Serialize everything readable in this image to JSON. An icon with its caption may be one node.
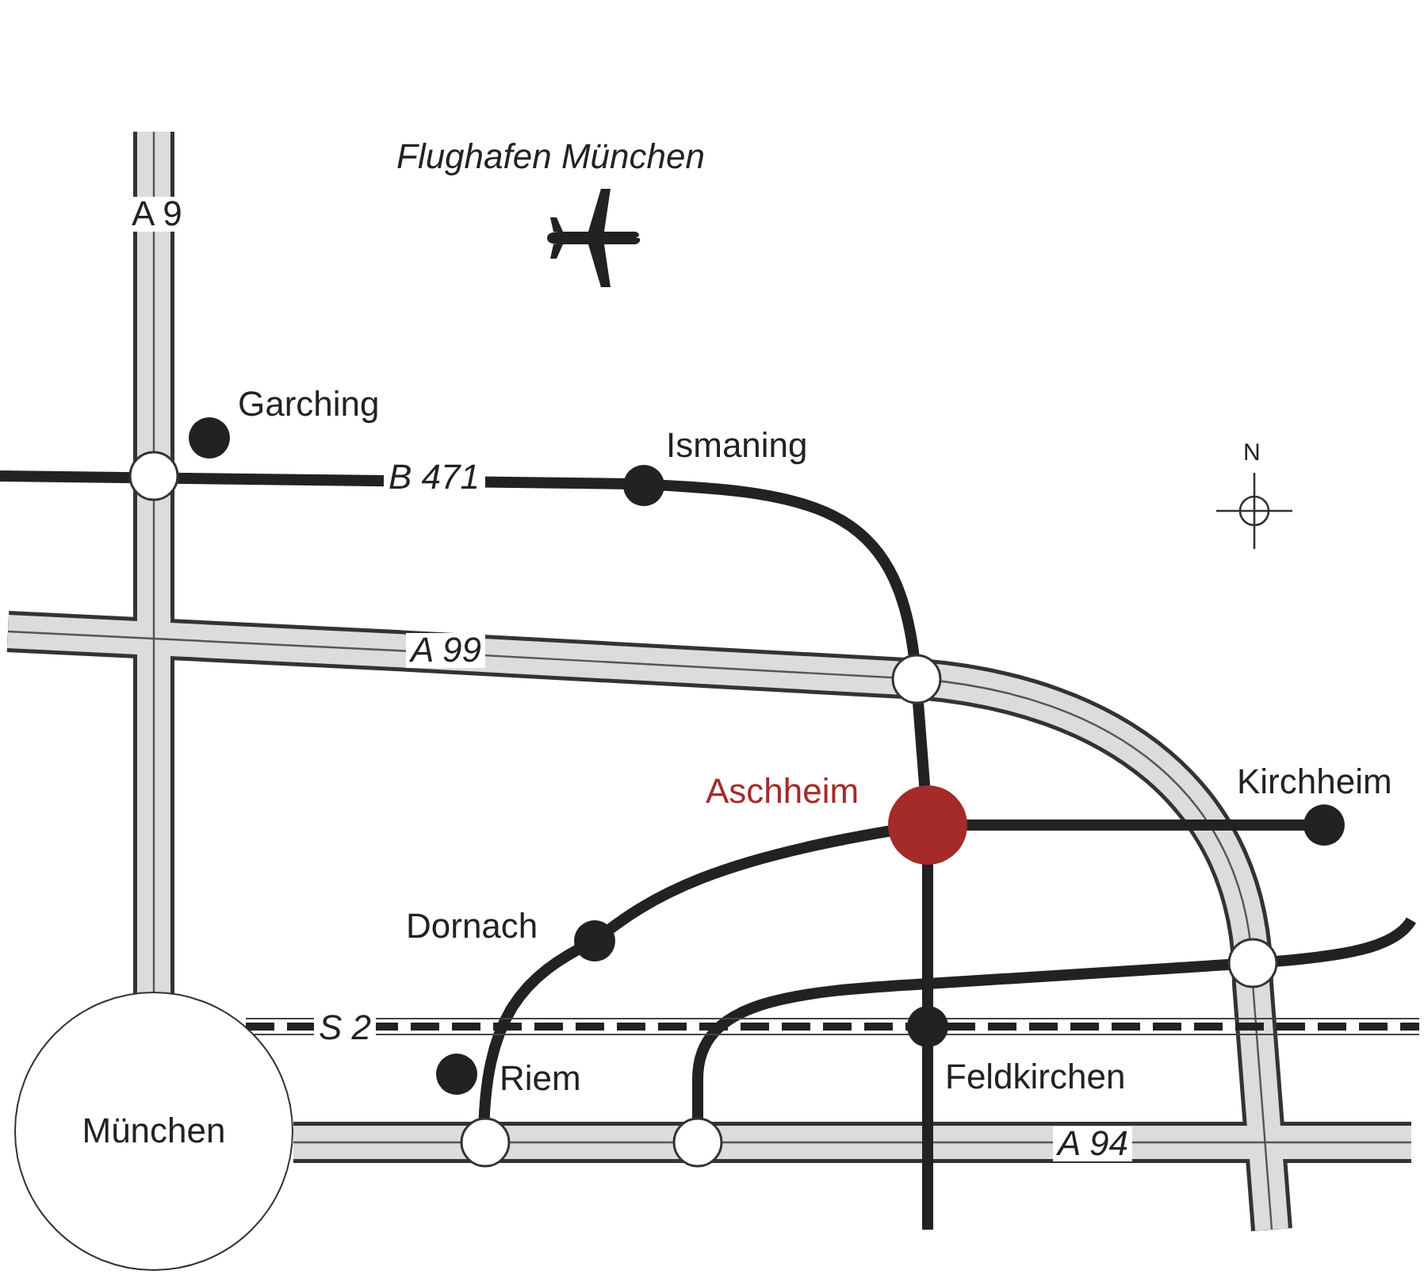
{
  "diagram": {
    "nodes": [
      {
        "text": [
          "Garching"
        ]
      },
      {
        "text": [
          "Ismaning"
        ]
      },
      {
        "text": [
          "Aschheim"
        ]
      },
      {
        "text": [
          "Kirchheim"
        ]
      },
      {
        "text": [
          "Dornach"
        ]
      },
      {
        "text": [
          "Riem"
        ]
      },
      {
        "text": [
          "Feldkirchen"
        ]
      },
      {
        "text": [
          "München"
        ]
      }
    ],
    "labels": [
      "Flughafen München",
      "A 9",
      "B 471",
      "N",
      "A 99",
      "S 2",
      "A 94"
    ]
  }
}
